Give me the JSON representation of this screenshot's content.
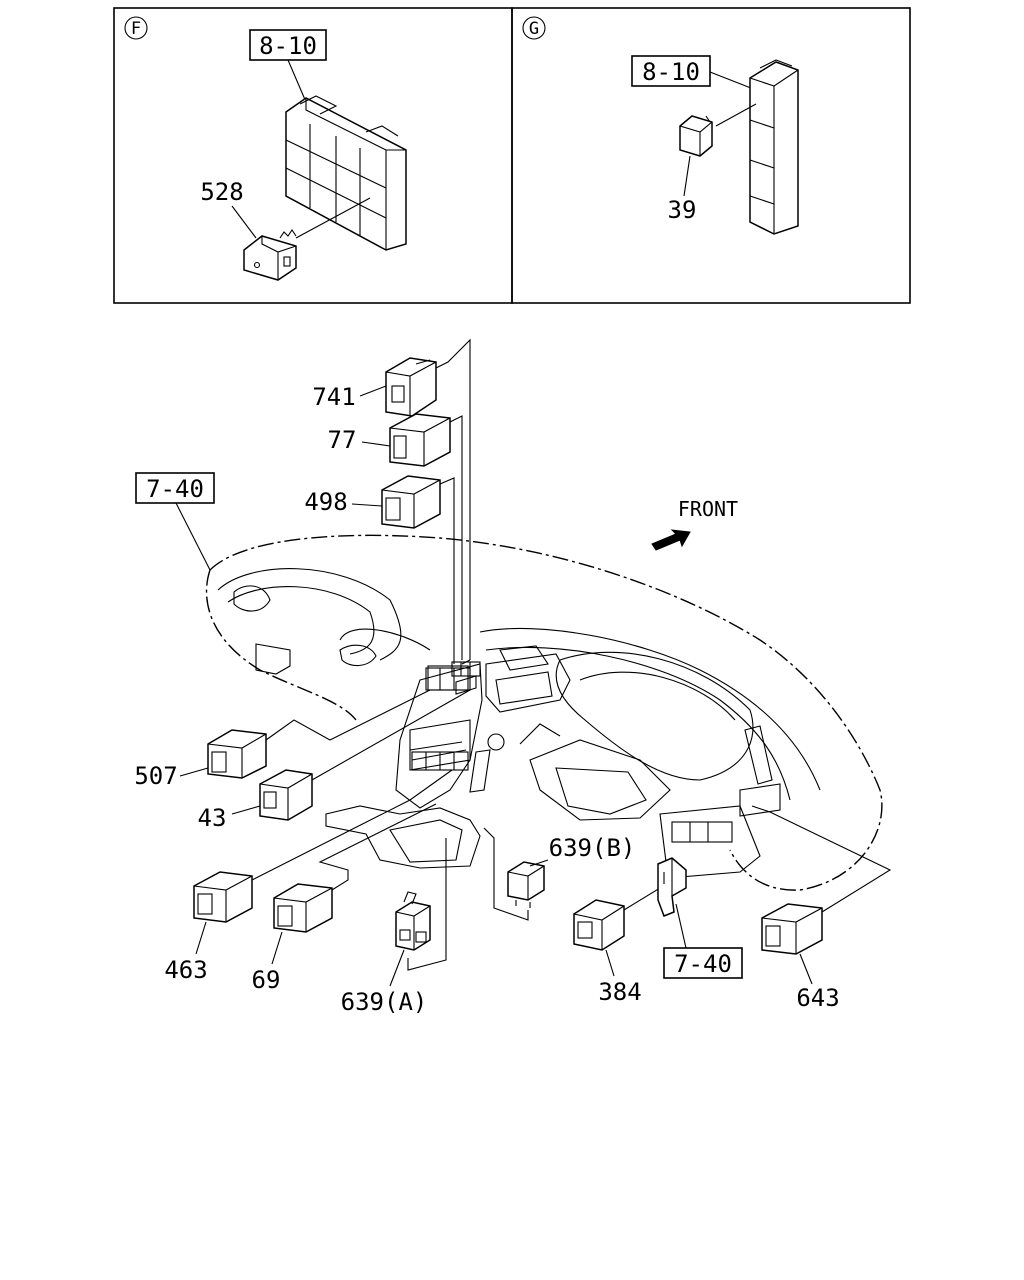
{
  "panel_f": {
    "marker": "F",
    "ref_label": "8-10",
    "part_label": "528"
  },
  "panel_g": {
    "marker": "G",
    "ref_label": "8-10",
    "part_label": "39"
  },
  "main": {
    "front_label": "FRONT",
    "ref_main": "7-40",
    "ref_lower": "7-40",
    "parts": {
      "p741": "741",
      "p77": "77",
      "p498": "498",
      "p507": "507",
      "p43": "43",
      "p463": "463",
      "p69": "69",
      "p639a": "639(A)",
      "p639b": "639(B)",
      "p384": "384",
      "p643": "643"
    }
  }
}
